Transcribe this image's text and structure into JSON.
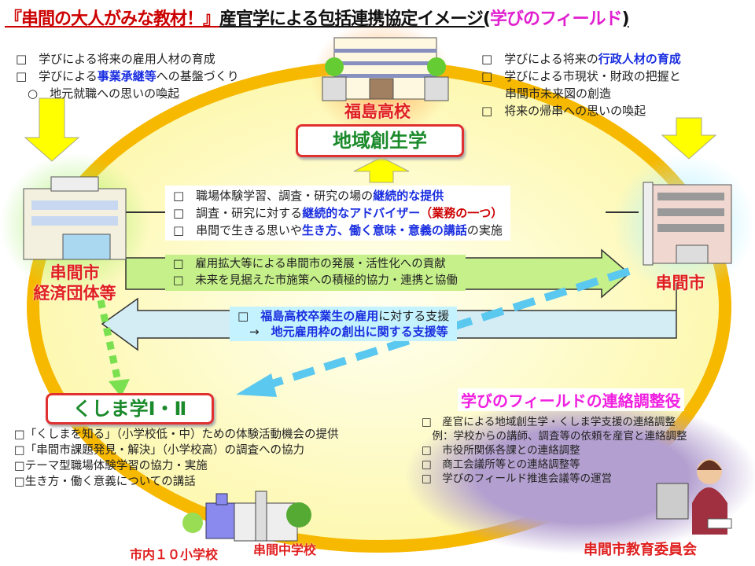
{
  "title": {
    "part1": "『串間の大人がみな教材！』",
    "part2": "産官学による包括連携協定イメージ(",
    "part3": "学びのフィールド",
    "part4": ")"
  },
  "top_left_list": [
    [
      {
        "t": "□　学びによる将来の雇用人材の育成"
      }
    ],
    [
      {
        "t": "□　学びによる"
      },
      {
        "t": "事業承継等",
        "c": "blue"
      },
      {
        "t": "への基盤づくり"
      }
    ],
    [
      {
        "t": "　○　地元就職への思いの喚起"
      }
    ]
  ],
  "top_right_list": [
    [
      {
        "t": "□　学びによる将来の"
      },
      {
        "t": "行政人材の育成",
        "c": "blue"
      }
    ],
    [
      {
        "t": "□　学びによる市現状・財政の把握と"
      }
    ],
    [
      {
        "t": "　　串間市未来図の創造"
      }
    ],
    [
      {
        "t": "□　将来の帰串への思いの喚起"
      }
    ]
  ],
  "fukushima_label": "福島高校",
  "chiiki_box": "地域創生学",
  "left_org_label": [
    "串間市",
    "経済団体等"
  ],
  "right_org_label": "串間市",
  "center_list": [
    [
      {
        "t": "□　職場体験学習、調査・研究の場の"
      },
      {
        "t": "継続的な提供",
        "c": "blue"
      }
    ],
    [
      {
        "t": "□　調査・研究に対する"
      },
      {
        "t": "継続的なアドバイザー",
        "c": "blue"
      },
      {
        "t": "（業務の一つ）",
        "c": "red"
      }
    ],
    [
      {
        "t": "□　串間で生きる思いや"
      },
      {
        "t": "生き方、働く意味・意義の講話",
        "c": "blue"
      },
      {
        "t": "の実施"
      }
    ]
  ],
  "green_arrow_list": [
    [
      {
        "t": "□　雇用拡大等による串間市の発展・活性化への貢献"
      }
    ],
    [
      {
        "t": "□　未来を見据えた市施策への積極的協力・連携と協働"
      }
    ]
  ],
  "blue_arrow_list": [
    [
      {
        "t": "□　"
      },
      {
        "t": "福島高校卒業生の雇用",
        "c": "blue"
      },
      {
        "t": "に対する支援"
      }
    ],
    [
      {
        "t": "　→　"
      },
      {
        "t": "地元雇用枠の創出に関する支援等",
        "c": "blue"
      }
    ]
  ],
  "kushima_box": "くしま学Ⅰ・Ⅱ",
  "bottom_left_list": [
    [
      {
        "t": "□「くしまを知る」（小学校低・中）ための体験活動機会の提供"
      }
    ],
    [
      {
        "t": "□「串間市課題発見・解決」（小学校高）の調査への協力"
      }
    ],
    [
      {
        "t": "□テーマ型職場体験学習の協力・実施"
      }
    ],
    [
      {
        "t": "□生き方・働く意義についての講話"
      }
    ]
  ],
  "coord_title": "学びのフィールドの連絡調整役",
  "coord_list": [
    [
      {
        "t": "□　産官による地域創生学・くしま学支援の連絡調整"
      }
    ],
    [
      {
        "t": "　例：学校からの講師、調査等の依頼を産官と連絡調整"
      }
    ],
    [
      {
        "t": "□　市役所関係各課との連絡調整"
      }
    ],
    [
      {
        "t": "□　商工会議所等との連絡調整等"
      }
    ],
    [
      {
        "t": "□　学びのフィールド推進会議等の運営"
      }
    ]
  ],
  "elementary_label": "市内１０小学校",
  "junior_high_label": "串間中学校",
  "board_label": "串間市教育委員会"
}
